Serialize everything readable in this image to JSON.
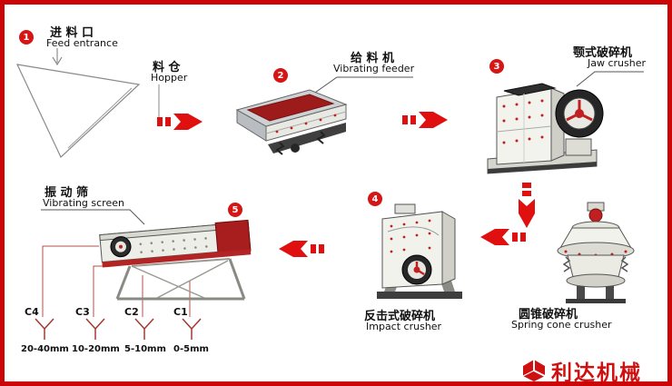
{
  "colors": {
    "border": "#cc0606",
    "arrow": "#e01010",
    "machine_red": "#9e1b1b",
    "accent": "#d61515"
  },
  "stage_feed": {
    "num": "1",
    "label_cn": "进 料 口",
    "label_en": "Feed entrance",
    "hopper_cn": "料 仓",
    "hopper_en": "Hopper"
  },
  "stage_feeder": {
    "num": "2",
    "label_cn": "给 料 机",
    "label_en": "Vibrating feeder"
  },
  "stage_jaw": {
    "num": "3",
    "label_cn": "颚式破碎机",
    "label_en": "Jaw crusher"
  },
  "stage_impact": {
    "num": "4",
    "label_cn": "反击式破碎机",
    "label_en": "Impact crusher"
  },
  "stage_screen": {
    "num": "5",
    "label_cn": "振 动 筛",
    "label_en": "Vibrating screen"
  },
  "stage_cone": {
    "label_cn": "圆锥破碎机",
    "label_en": "Spring cone crusher"
  },
  "outputs": [
    {
      "code": "C4",
      "size": "20-40mm"
    },
    {
      "code": "C3",
      "size": "10-20mm"
    },
    {
      "code": "C2",
      "size": "5-10mm"
    },
    {
      "code": "C1",
      "size": "0-5mm"
    }
  ],
  "logo": {
    "text": "利达机械"
  }
}
